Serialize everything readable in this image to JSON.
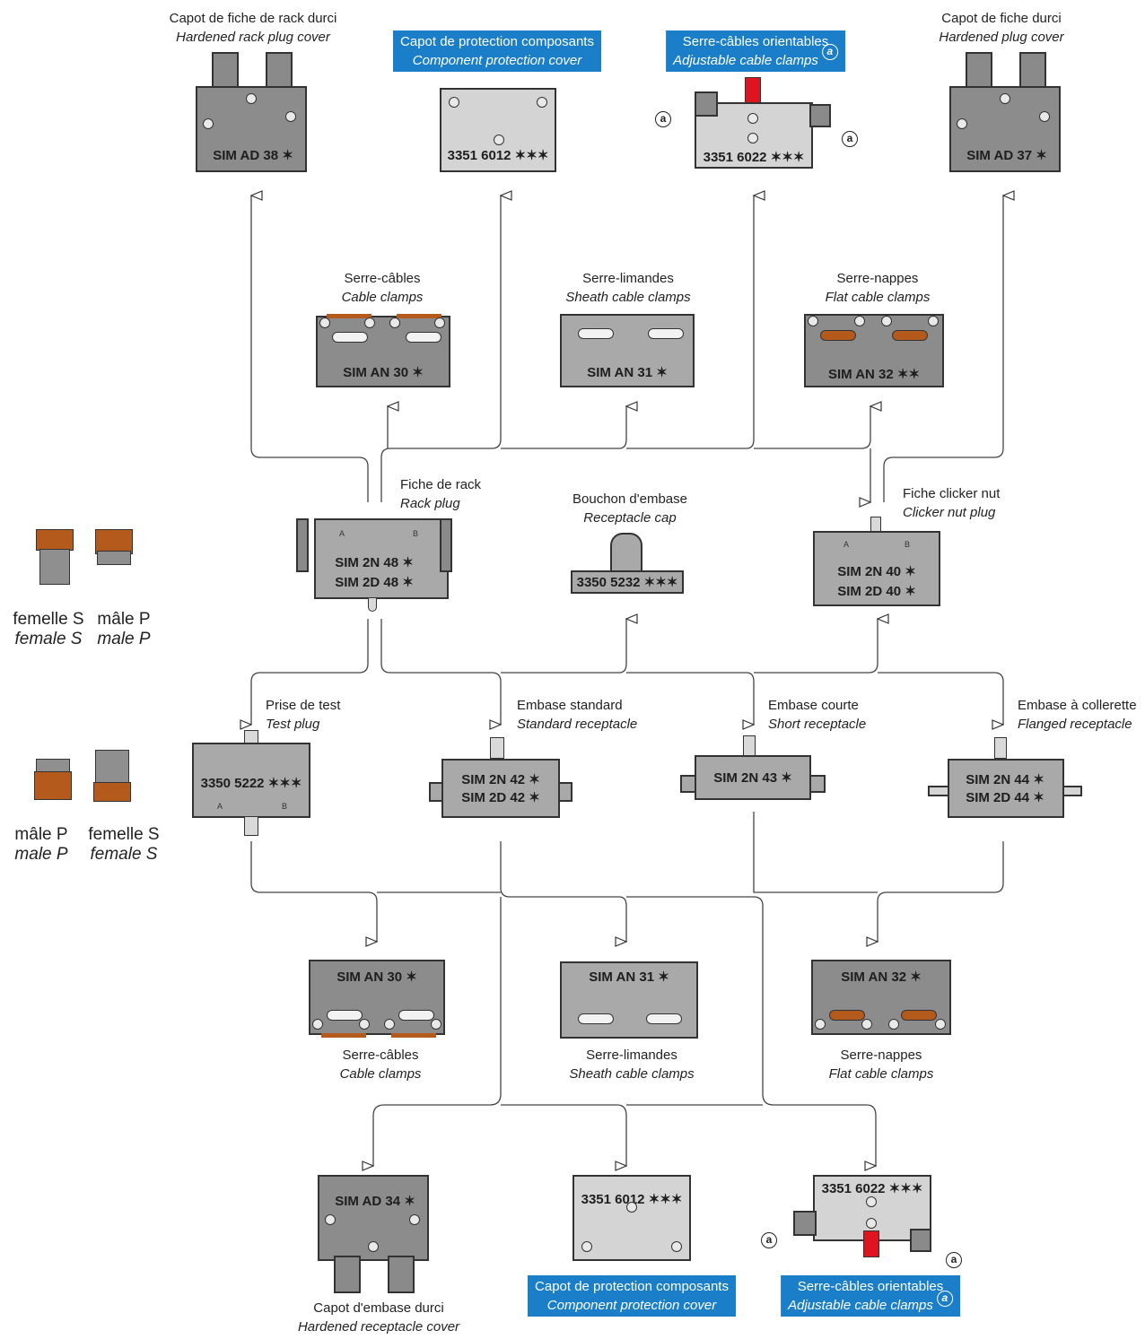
{
  "labels": {
    "hardened_rack_plug_cover": {
      "fr": "Capot de fiche de rack durci",
      "en": "Hardened rack plug cover"
    },
    "component_protection_cover_top": {
      "fr": "Capot de protection composants",
      "en": "Component protection cover"
    },
    "adjustable_cable_clamps_top": {
      "fr": "Serre-câbles orientables",
      "en": "Adjustable cable clamps"
    },
    "hardened_plug_cover": {
      "fr": "Capot de fiche durci",
      "en": "Hardened plug cover"
    },
    "cable_clamps_top": {
      "fr": "Serre-câbles",
      "en": "Cable clamps"
    },
    "sheath_cable_clamps_top": {
      "fr": "Serre-limandes",
      "en": "Sheath cable clamps"
    },
    "flat_cable_clamps_top": {
      "fr": "Serre-nappes",
      "en": "Flat cable clamps"
    },
    "rack_plug": {
      "fr": "Fiche de rack",
      "en": "Rack plug"
    },
    "receptacle_cap": {
      "fr": "Bouchon d'embase",
      "en": "Receptacle cap"
    },
    "clicker_nut_plug": {
      "fr": "Fiche clicker nut",
      "en": "Clicker nut plug"
    },
    "test_plug": {
      "fr": "Prise de test",
      "en": "Test plug"
    },
    "standard_receptacle": {
      "fr": "Embase standard",
      "en": "Standard receptacle"
    },
    "short_receptacle": {
      "fr": "Embase courte",
      "en": "Short receptacle"
    },
    "flanged_receptacle": {
      "fr": "Embase à collerette",
      "en": "Flanged receptacle"
    },
    "cable_clamps_bottom": {
      "fr": "Serre-câbles",
      "en": "Cable clamps"
    },
    "sheath_cable_clamps_bottom": {
      "fr": "Serre-limandes",
      "en": "Sheath cable clamps"
    },
    "flat_cable_clamps_bottom": {
      "fr": "Serre-nappes",
      "en": "Flat cable clamps"
    },
    "hardened_receptacle_cover": {
      "fr": "Capot d'embase durci",
      "en": "Hardened receptacle cover"
    },
    "component_protection_cover_bottom": {
      "fr": "Capot de protection composants",
      "en": "Component protection cover"
    },
    "adjustable_cable_clamps_bottom": {
      "fr": "Serre-câbles orientables",
      "en": "Adjustable cable clamps"
    }
  },
  "codes": {
    "sim_ad_38": "SIM AD 38 ✶",
    "p3351_6012_top": "3351 6012 ✶✶✶",
    "p3351_6022_top": "3351 6022 ✶✶✶",
    "sim_ad_37": "SIM AD 37 ✶",
    "sim_an_30_top": "SIM AN 30 ✶",
    "sim_an_31_top": "SIM AN 31 ✶",
    "sim_an_32_top": "SIM AN 32 ✶✶",
    "sim_2n_48": "SIM 2N 48 ✶",
    "sim_2d_48": "SIM 2D 48 ✶",
    "p3350_5232": "3350 5232 ✶✶✶",
    "sim_2n_40": "SIM 2N 40 ✶",
    "sim_2d_40": "SIM 2D 40 ✶",
    "p3350_5222": "3350 5222 ✶✶✶",
    "sim_2n_42": "SIM 2N 42 ✶",
    "sim_2d_42": "SIM 2D 42 ✶",
    "sim_2n_43": "SIM 2N 43 ✶",
    "sim_2n_44": "SIM 2N 44 ✶",
    "sim_2d_44": "SIM 2D 44 ✶",
    "sim_an_30_bottom": "SIM AN 30 ✶",
    "sim_an_31_bottom": "SIM AN 31 ✶",
    "sim_an_32_bottom": "SIM AN 32 ✶",
    "sim_ad_34": "SIM AD 34 ✶",
    "p3351_6012_bottom": "3351 6012 ✶✶✶",
    "p3351_6022_bottom": "3351 6022 ✶✶✶"
  },
  "side_legend": {
    "top_left": {
      "fr": "femelle S",
      "en": "female S"
    },
    "top_right": {
      "fr": "mâle P",
      "en": "male P"
    },
    "bottom_left": {
      "fr": "mâle P",
      "en": "male P"
    },
    "bottom_right": {
      "fr": "femelle S",
      "en": "female S"
    }
  },
  "pin_marks": {
    "a": "A",
    "b": "B"
  },
  "callout_mark": "a",
  "colors": {
    "highlight": "#1a7fc8",
    "copper": "#b45a1c",
    "red_lever": "#e0141e",
    "part_grey": "#a9a9a9"
  }
}
